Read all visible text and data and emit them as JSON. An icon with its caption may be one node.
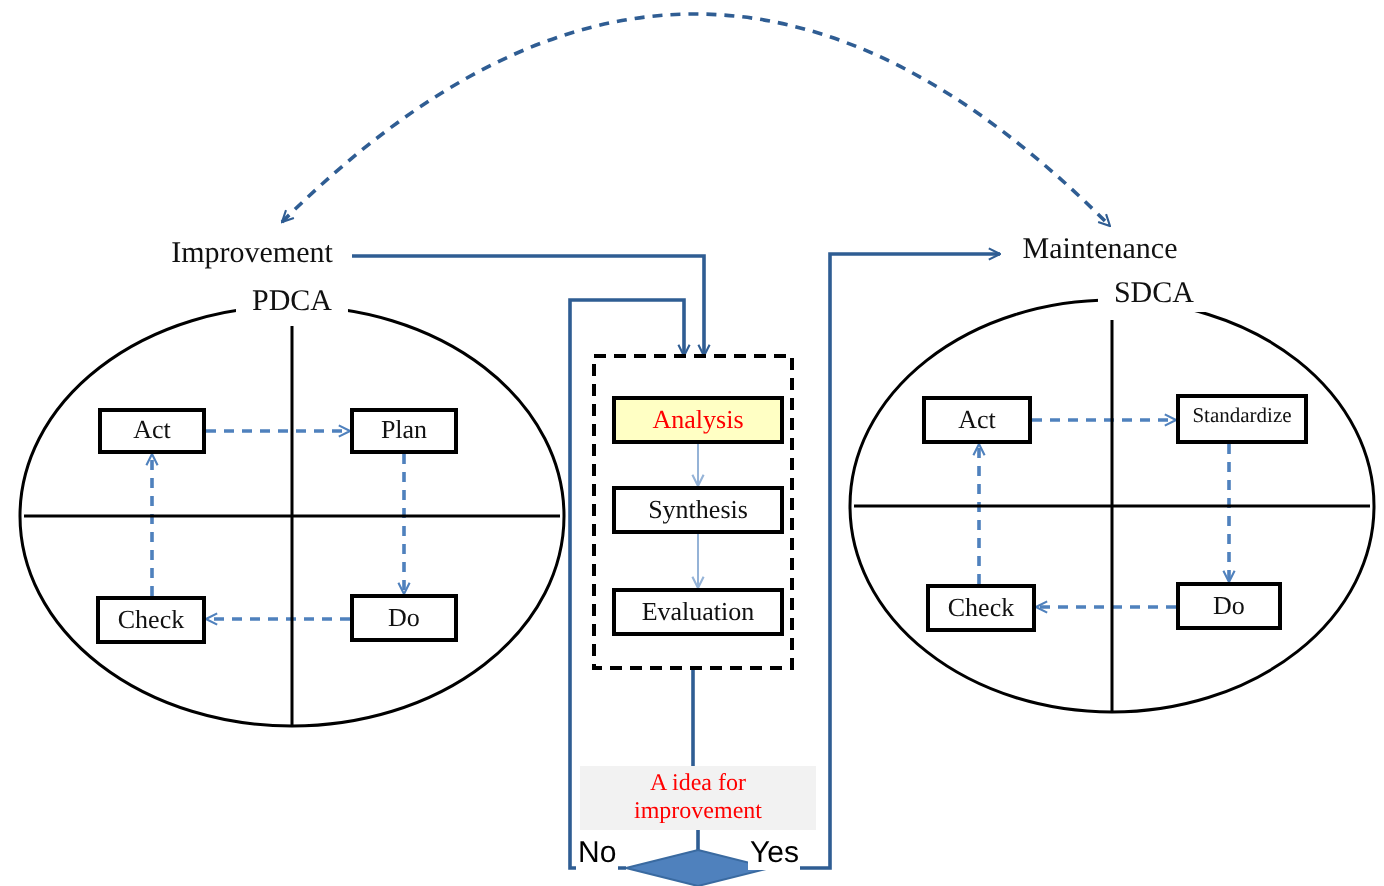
{
  "diagram": {
    "nodes": [
      {
        "text": [
          "Improvement"
        ]
      },
      {
        "text": [
          "PDCA"
        ]
      },
      {
        "text": [
          "Act"
        ],
        "in": 1
      },
      {
        "text": [
          "Plan"
        ],
        "in": 1
      },
      {
        "text": [
          "Check"
        ],
        "in": 1
      },
      {
        "text": [
          "Do"
        ],
        "in": 1
      },
      {
        "text": [
          "Maintenance"
        ]
      },
      {
        "text": [
          "SDCA"
        ]
      },
      {
        "text": [
          "Act"
        ],
        "in": 7
      },
      {
        "text": [
          "Standardize"
        ],
        "in": 7
      },
      {
        "text": [
          "Check"
        ],
        "in": 7
      },
      {
        "text": [
          "Do"
        ],
        "in": 7
      },
      {
        "text": [],
        "shape": "box"
      },
      {
        "text": [
          "Analysis"
        ],
        "in": 12
      },
      {
        "text": [
          "Synthesis"
        ],
        "in": 12
      },
      {
        "text": [
          "Evaluation"
        ],
        "in": 12
      },
      {
        "text": [
          "A idea for improvement"
        ]
      },
      {
        "text": [],
        "shape": "diamond"
      }
    ],
    "edges": [
      {
        "from": 0,
        "to": 12,
        "arrow": "to",
        "color": "#2f5d93"
      },
      {
        "from": 17,
        "to": 12,
        "arrow": "to",
        "label": "No",
        "color": "#2f5d93"
      },
      {
        "from": 17,
        "to": 6,
        "arrow": "to",
        "label": "Yes",
        "color": "#2f5d93"
      },
      {
        "from": 12,
        "to": 16,
        "arrow": "none",
        "color": "#2f5d93"
      },
      {
        "from": 16,
        "to": 17,
        "arrow": "none",
        "color": "#2f5d93"
      },
      {
        "from": 0,
        "to": 6,
        "arrow": "both",
        "style": "dashed",
        "color": "#2f5d93"
      },
      {
        "from": 2,
        "to": 3,
        "arrow": "to",
        "style": "dashed",
        "color": "#4f81bd"
      },
      {
        "from": 3,
        "to": 5,
        "arrow": "to",
        "style": "dashed",
        "color": "#4f81bd"
      },
      {
        "from": 5,
        "to": 4,
        "arrow": "to",
        "style": "dashed",
        "color": "#4f81bd"
      },
      {
        "from": 4,
        "to": 2,
        "arrow": "to",
        "style": "dashed",
        "color": "#4f81bd"
      },
      {
        "from": 8,
        "to": 9,
        "arrow": "to",
        "style": "dashed",
        "color": "#4f81bd"
      },
      {
        "from": 9,
        "to": 11,
        "arrow": "to",
        "style": "dashed",
        "color": "#4f81bd"
      },
      {
        "from": 11,
        "to": 10,
        "arrow": "to",
        "style": "dashed",
        "color": "#4f81bd"
      },
      {
        "from": 10,
        "to": 8,
        "arrow": "to",
        "style": "dashed",
        "color": "#4f81bd"
      },
      {
        "from": 13,
        "to": 14,
        "arrow": "to",
        "color": "#95b3d7"
      },
      {
        "from": 14,
        "to": 15,
        "arrow": "to",
        "color": "#95b3d7"
      }
    ]
  }
}
